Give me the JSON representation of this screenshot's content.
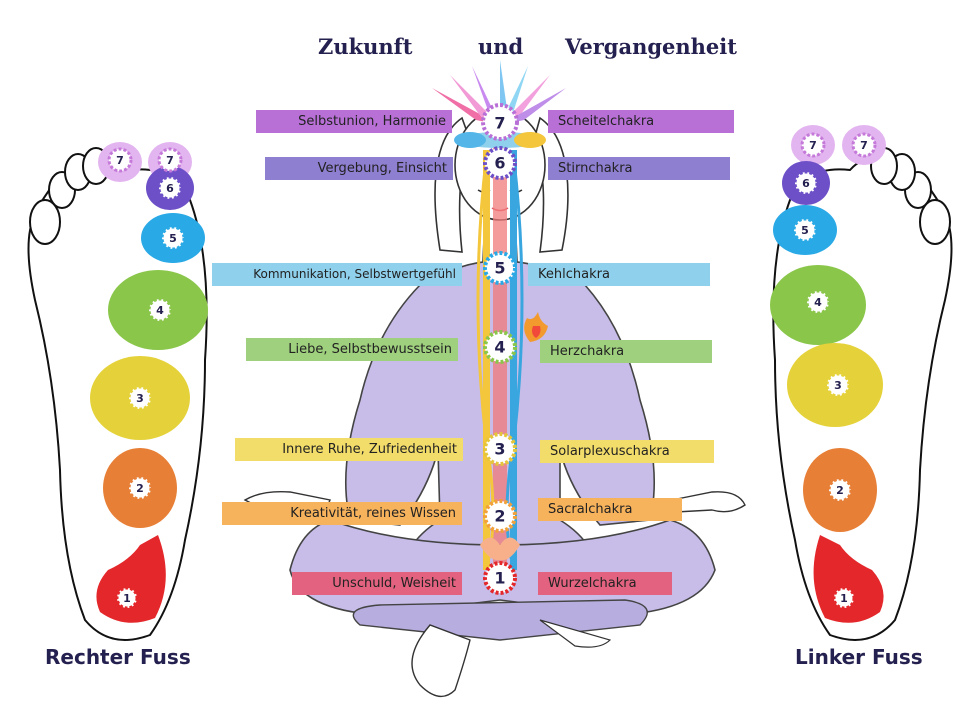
{
  "header": {
    "future": "Zukunft",
    "and": "und",
    "past": "Vergangenheit"
  },
  "feet": {
    "right": "Rechter Fuss",
    "left": "Linker Fuss"
  },
  "chakras": [
    {
      "number": "7",
      "quality": "Selbstunion, Harmonie",
      "name": "Scheitelchakra",
      "color": "#b86fd6"
    },
    {
      "number": "6",
      "quality": "Vergebung, Einsicht",
      "name": "Stirnchakra",
      "color": "#8f7fd0"
    },
    {
      "number": "5",
      "quality": "Kommunikation, Selbstwertgefühl",
      "name": "Kehlchakra",
      "color": "#8fd0ec"
    },
    {
      "number": "4",
      "quality": "Liebe, Selbstbewusstsein",
      "name": "Herzchakra",
      "color": "#9fd07e"
    },
    {
      "number": "3",
      "quality": "Innere Ruhe, Zufriedenheit",
      "name": "Solarplexuschakra",
      "color": "#f3dd6a"
    },
    {
      "number": "2",
      "quality": "Kreativität, reines Wissen",
      "name": "Sacralchakra",
      "color": "#f7b25c"
    },
    {
      "number": "1",
      "quality": "Unschuld, Weisheit",
      "name": "Wurzelchakra",
      "color": "#e2627f"
    }
  ]
}
